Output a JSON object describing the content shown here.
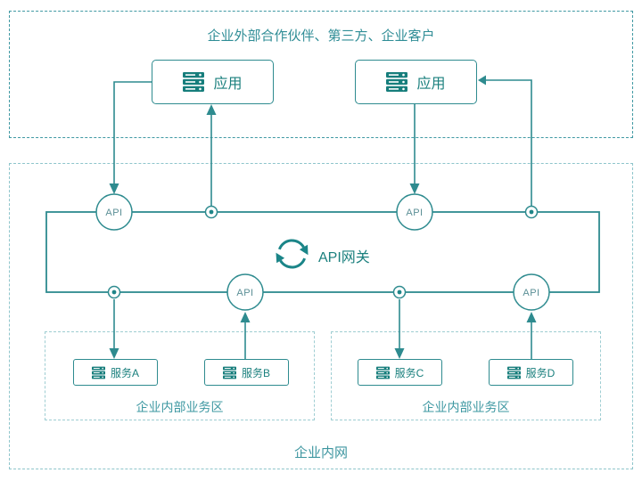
{
  "colors": {
    "teal_line": "#2e8b8f",
    "teal_icon": "#177e7c",
    "teal_text": "#1b807e",
    "title_text": "#2f8d96",
    "zone_label": "#3e96a0",
    "dash_dark": "#4099a3",
    "dash_light": "#8ec5cb",
    "api_text": "#5b8f96"
  },
  "external_zone": {
    "title": "企业外部合作伙伴、第三方、企业客户",
    "apps": [
      {
        "label": "应用",
        "icon": "server-stack-icon"
      },
      {
        "label": "应用",
        "icon": "server-stack-icon"
      }
    ]
  },
  "gateway": {
    "label": "API网关",
    "icon": "sync-arrows-icon",
    "ports": [
      {
        "label": "API"
      },
      {
        "label": "API"
      },
      {
        "label": "API"
      },
      {
        "label": "API"
      }
    ]
  },
  "internal_zone": {
    "label": "企业内网",
    "areas": [
      {
        "label": "企业内部业务区",
        "services": [
          {
            "label": "服务A",
            "icon": "server-stack-icon"
          },
          {
            "label": "服务B",
            "icon": "server-stack-icon"
          }
        ]
      },
      {
        "label": "企业内部业务区",
        "services": [
          {
            "label": "服务C",
            "icon": "server-stack-icon"
          },
          {
            "label": "服务D",
            "icon": "server-stack-icon"
          }
        ]
      }
    ]
  }
}
